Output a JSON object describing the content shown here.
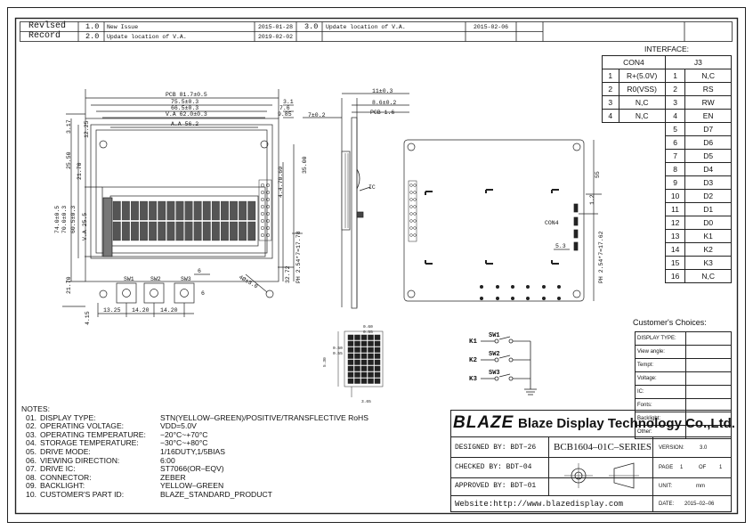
{
  "revisions": {
    "header_revised": "Revlsed",
    "header_record": "Record",
    "rows": [
      {
        "ver": "1.0",
        "desc": "New Issue",
        "date": "2015-01-28"
      },
      {
        "ver": "2.0",
        "desc": "Update location of V.A.",
        "date": "2019-02-02"
      },
      {
        "ver": "3.0",
        "desc": "Update location of V.A.",
        "date": "2015-02-06"
      }
    ]
  },
  "interface": {
    "title": "INTERFACE:",
    "con4_header": "CON4",
    "j3_header": "J3",
    "con4": [
      {
        "pin": "1",
        "name": "R+(5.0V)"
      },
      {
        "pin": "2",
        "name": "R0(VSS)"
      },
      {
        "pin": "3",
        "name": "N,C"
      },
      {
        "pin": "4",
        "name": "N,C"
      }
    ],
    "j3": [
      {
        "pin": "1",
        "name": "N,C"
      },
      {
        "pin": "2",
        "name": "RS"
      },
      {
        "pin": "3",
        "name": "RW"
      },
      {
        "pin": "4",
        "name": "EN"
      },
      {
        "pin": "5",
        "name": "D7"
      },
      {
        "pin": "6",
        "name": "D6"
      },
      {
        "pin": "7",
        "name": "D5"
      },
      {
        "pin": "8",
        "name": "D4"
      },
      {
        "pin": "9",
        "name": "D3"
      },
      {
        "pin": "10",
        "name": "D2"
      },
      {
        "pin": "11",
        "name": "D1"
      },
      {
        "pin": "12",
        "name": "D0"
      },
      {
        "pin": "13",
        "name": "K1"
      },
      {
        "pin": "14",
        "name": "K2"
      },
      {
        "pin": "15",
        "name": "K3"
      },
      {
        "pin": "16",
        "name": "N,C"
      }
    ]
  },
  "choices": {
    "title": "Customer's Choices:",
    "rows": [
      "DISPLAY TYPE:",
      "View angle:",
      "Tempt:",
      "Voltage:",
      "IC:",
      "Fonts:",
      "Backlight:",
      "Other:"
    ]
  },
  "notes": {
    "title": "NOTES:",
    "items": [
      {
        "num": "01.",
        "label": "DISPLAY TYPE:",
        "value": "STN(YELLOW–GREEN)/POSITIVE/TRANSFLECTIVE RoHS"
      },
      {
        "num": "02.",
        "label": "OPERATING VOLTAGE:",
        "value": "VDD=5.0V"
      },
      {
        "num": "03.",
        "label": "OPERATING TEMPERATURE:",
        "value": "−20°C~+70°C"
      },
      {
        "num": "04.",
        "label": "STORAGE TEMPERATURE:",
        "value": "−30°C~+80°C"
      },
      {
        "num": "05.",
        "label": "DRIVE MODE:",
        "value": "1/16DUTY,1/5BIAS"
      },
      {
        "num": "06.",
        "label": "VIEWING DIRECTION:",
        "value": "6:00"
      },
      {
        "num": "07.",
        "label": "DRIVE IC:",
        "value": "ST7066(OR–EQV)"
      },
      {
        "num": "08.",
        "label": "CONNECTOR:",
        "value": "ZEBER"
      },
      {
        "num": "09.",
        "label": "BACKLIGHT:",
        "value": "YELLOW–GREEN"
      },
      {
        "num": "10.",
        "label": "CUSTOMER'S PART ID:",
        "value": "BLAZE_STANDARD_PRODUCT"
      }
    ]
  },
  "titleblock": {
    "logo": "BLAZE",
    "company": "Blaze Display Technology Co.,Ltd.",
    "designed": "DESIGNED BY: BDT–26",
    "checked": "CHECKED BY: BDT–04",
    "approved": "APPROVED BY: BDT–01",
    "part_no": "BCB1604–01C–SERIES",
    "version_label": "VERSION:",
    "version": "3.0",
    "page_label": "PAGE",
    "page": "1",
    "of_label": "OF",
    "of": "1",
    "unit_label": "UNIT:",
    "unit": "mm",
    "website": "Website:http://www.blazedisplay.com",
    "date_label": "DATE:",
    "date": "2015–02–06"
  },
  "drawing": {
    "front_dims": [
      "PCB 81.7±0.5",
      "75.5±0.3",
      "66.5±0.3",
      "V.A 62.0±0.3",
      "A.A 56.2",
      "3.1",
      "7.6",
      "9.85"
    ],
    "left_dims": [
      "3.17",
      "12.25",
      "25.50",
      "21.70",
      "74.0±0.5",
      "70.0±0.3",
      "60.5±0.3",
      "V.A 25.5",
      "21.70",
      "4.15"
    ],
    "right_dims": [
      "4.4.70.60",
      "35.00",
      "32.72",
      "PH 2.54*7=17.78"
    ],
    "switch_labels": [
      "SW1",
      "SW2",
      "SW3"
    ],
    "switch_dims": [
      "13.25",
      "14.20",
      "14.20",
      "6",
      "6"
    ],
    "hole_label": "4Ø±3.0",
    "side_dims": [
      "11±0.3",
      "8.6±0.2",
      "PCB 1.6",
      "7±0.2"
    ],
    "ic_label": "IC",
    "back_labels": [
      "CON4",
      "5.3",
      "1.2",
      "PH 2.54*7=17.62",
      "55"
    ],
    "circuit_labels": [
      "K1",
      "K2",
      "K3",
      "SW1",
      "SW2",
      "SW3"
    ],
    "char_dims": [
      "0.60",
      "0.55",
      "5.30",
      "0.50",
      "0.55",
      "3.65"
    ]
  }
}
